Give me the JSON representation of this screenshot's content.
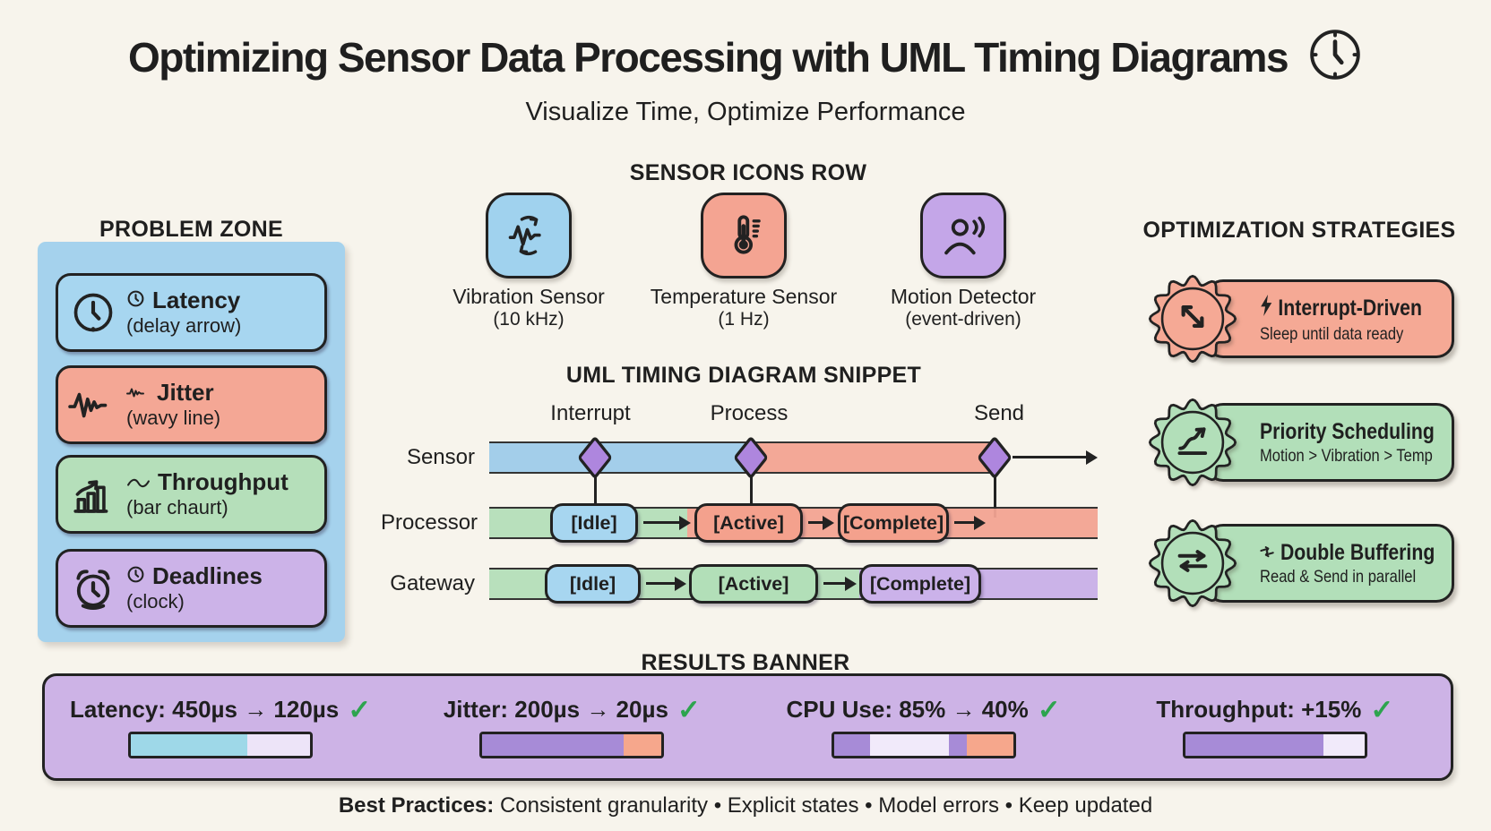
{
  "header": {
    "title": "Optimizing Sensor Data Processing with UML Timing Diagrams",
    "subtitle": "Visualize Time, Optimize Performance",
    "title_icon": "clock-icon"
  },
  "sensor_row": {
    "heading": "SENSOR ICONS ROW",
    "sensors": [
      {
        "name": "Vibration Sensor",
        "detail": "(10 kHz)",
        "icon": "vibration-icon",
        "color": "#a0d2ee"
      },
      {
        "name": "Temperature Sensor",
        "detail": "(1 Hz)",
        "icon": "thermometer-icon",
        "color": "#f4a492"
      },
      {
        "name": "Motion Detector",
        "detail": "(event-driven)",
        "icon": "motion-icon",
        "color": "#c4a6e8"
      }
    ]
  },
  "problem_zone": {
    "heading": "PROBLEM ZONE",
    "items": [
      {
        "title": "Latency",
        "subtitle": "(delay arrow)",
        "icon": "clock-icon",
        "mini_icon": "mini-clock-icon",
        "color": "#a7d6f0"
      },
      {
        "title": "Jitter",
        "subtitle": "(wavy line)",
        "icon": "wave-icon",
        "mini_icon": "mini-wave-icon",
        "color": "#f4a795"
      },
      {
        "title": "Throughput",
        "subtitle": "(bar chaurt)",
        "icon": "bar-chart-icon",
        "mini_icon": "mini-tilde-icon",
        "color": "#b5dfba"
      },
      {
        "title": "Deadlines",
        "subtitle": "(clock)",
        "icon": "alarm-clock-icon",
        "mini_icon": "mini-clock-icon",
        "color": "#ccb3e8"
      }
    ]
  },
  "timing_diagram": {
    "heading": "UML TIMING DIAGRAM SNIPPET",
    "events": [
      "Interrupt",
      "Process",
      "Send"
    ],
    "lanes": [
      {
        "name": "Sensor",
        "states": []
      },
      {
        "name": "Processor",
        "states": [
          "[Idle]",
          "[Active]",
          "[Complete]"
        ]
      },
      {
        "name": "Gateway",
        "states": [
          "[Idle]",
          "[Active]",
          "[Complete]"
        ]
      }
    ]
  },
  "strategies": {
    "heading": "OPTIMIZATION STRATEGIES",
    "items": [
      {
        "title": "Interrupt-Driven",
        "subtitle": "Sleep until data ready",
        "icon": "diagonal-arrows-icon",
        "mini_icon": "lightning-icon",
        "color": "#f5a995"
      },
      {
        "title": "Priority Scheduling",
        "subtitle": "Motion > Vibration > Temp",
        "icon": "rising-arrow-icon",
        "mini_icon": "",
        "color": "#b2dfb9"
      },
      {
        "title": "Double Buffering",
        "subtitle": "Read & Send in parallel",
        "icon": "double-arrows-icon",
        "mini_icon": "swap-mini-icon",
        "color": "#b2dfb9"
      }
    ]
  },
  "results": {
    "heading": "RESULTS BANNER",
    "metrics": [
      {
        "label": "Latency: 450µs → 120µs",
        "check": "✓",
        "segments": [
          {
            "color": "#9ed8e8",
            "pct": 65
          },
          {
            "color": "#ede4f8",
            "pct": 35
          }
        ]
      },
      {
        "label": "Jitter: 200µs → 20µs",
        "check": "✓",
        "segments": [
          {
            "color": "#a78bd7",
            "pct": 79
          },
          {
            "color": "#f6a78c",
            "pct": 21
          }
        ]
      },
      {
        "label": "CPU Use: 85% → 40%",
        "check": "✓",
        "segments": [
          {
            "color": "#a78bd7",
            "pct": 20
          },
          {
            "color": "#f1eafa",
            "pct": 44
          },
          {
            "color": "#a78bd7",
            "pct": 10
          },
          {
            "color": "#f6a78c",
            "pct": 26
          }
        ]
      },
      {
        "label": "Throughput: +15%",
        "check": "✓",
        "segments": [
          {
            "color": "#a78bd7",
            "pct": 77
          },
          {
            "color": "#f1eafa",
            "pct": 23
          }
        ]
      }
    ]
  },
  "footer": {
    "label": "Best Practices:",
    "text": "Consistent granularity • Explicit states • Model errors • Keep updated"
  },
  "colors": {
    "ink": "#1f1f1f",
    "background": "#f7f4ec",
    "band_blue": "#9fccea",
    "band_salmon": "#f3a493",
    "band_green": "#b5dfba",
    "band_purple": "#c9b0e8",
    "box_blue": "#a7d6f0",
    "box_salmon": "#f4a18d",
    "box_green": "#b2dfb8",
    "box_purple": "#cbb2ea",
    "diamond": "#ae86de",
    "banner": "#cdb3e6",
    "check": "#2da44e"
  }
}
